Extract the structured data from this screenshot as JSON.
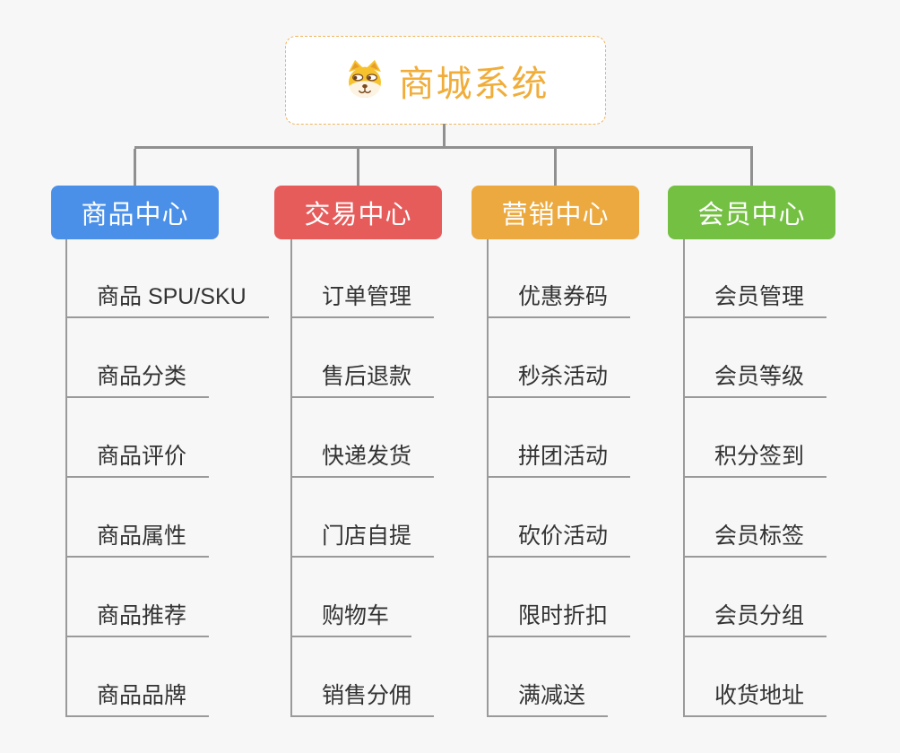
{
  "page": {
    "background_color": "#f7f7f7",
    "connector_color": "#909090",
    "leaf_line_color": "#9a9a9a",
    "leaf_text_color": "#333333"
  },
  "root": {
    "title": "商城系统",
    "icon": "dog-face-icon",
    "text_color": "#f0ad3a",
    "border_color": "#efb45c",
    "background_color": "#ffffff"
  },
  "branches": [
    {
      "label": "商品中心",
      "color": "#4a90e8",
      "items": [
        "商品 SPU/SKU",
        "商品分类",
        "商品评价",
        "商品属性",
        "商品推荐",
        "商品品牌"
      ]
    },
    {
      "label": "交易中心",
      "color": "#e65c5b",
      "items": [
        "订单管理",
        "售后退款",
        "快递发货",
        "门店自提",
        "购物车",
        "销售分佣"
      ]
    },
    {
      "label": "营销中心",
      "color": "#eca93f",
      "items": [
        "优惠券码",
        "秒杀活动",
        "拼团活动",
        "砍价活动",
        "限时折扣",
        "满减送"
      ]
    },
    {
      "label": "会员中心",
      "color": "#74c043",
      "items": [
        "会员管理",
        "会员等级",
        "积分签到",
        "会员标签",
        "会员分组",
        "收货地址"
      ]
    }
  ]
}
